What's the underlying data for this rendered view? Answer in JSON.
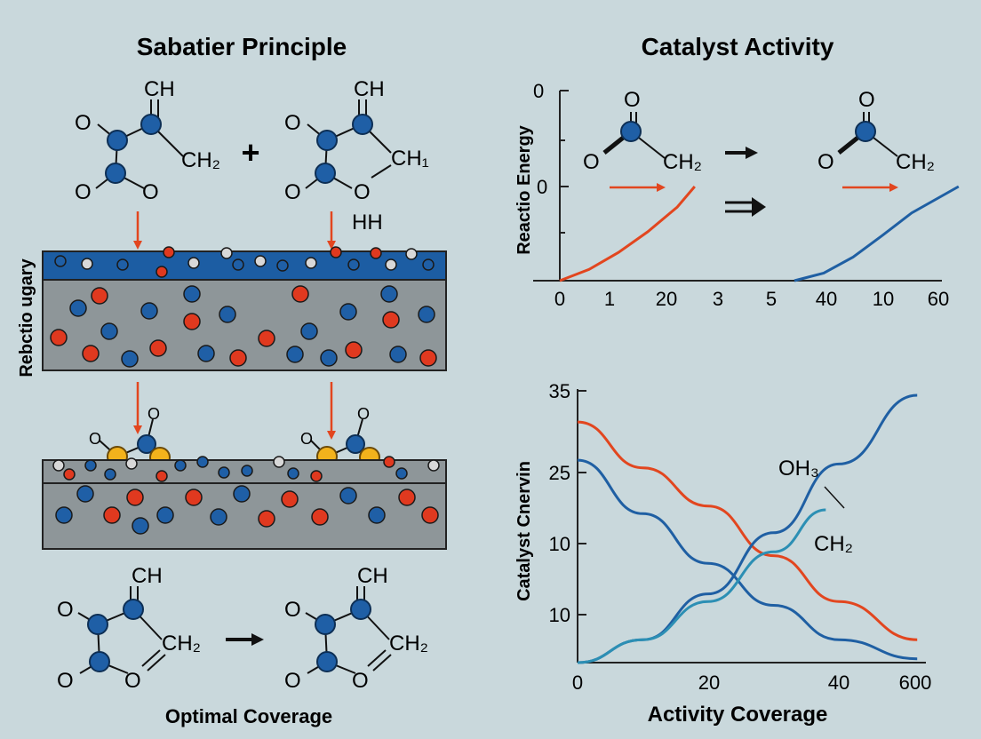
{
  "left_panel": {
    "title": "Sabatier Principle",
    "side_label": "Rebctio ugary",
    "bottom_label": "Optimal Coverage",
    "molecule_top_left": {
      "top": "CH",
      "o1": "O",
      "o2": "O",
      "o3": "O",
      "group": "CH₂"
    },
    "plus": "+",
    "molecule_top_right": {
      "top": "CH",
      "o1": "O",
      "o2": "O",
      "o3": "O",
      "group": "CH₁"
    },
    "hh_label": "HH",
    "molecule_bottom_left": {
      "top": "CH",
      "o1": "O",
      "o2": "O",
      "o3": "O",
      "group": "CH₂"
    },
    "molecule_bottom_right": {
      "top": "CH",
      "o1": "O",
      "o2": "O",
      "o3": "O",
      "group": "CH₂"
    },
    "adsorbate_o": "O"
  },
  "right_panel": {
    "title": "Catalyst Activity",
    "top_chart": {
      "ylabel": "Reactio Energy",
      "y_ticks": [
        "0",
        "0"
      ],
      "x_ticks": [
        "0",
        "1",
        "20",
        "3",
        "5",
        "40",
        "10",
        "60"
      ],
      "molecule_left": {
        "o_top": "O",
        "o_left": "O",
        "group": "CH₂"
      },
      "molecule_right": {
        "o_top": "O",
        "o_left": "O",
        "group": "CH₂"
      }
    },
    "bottom_chart": {
      "ylabel": "Catalyst Cnervin",
      "xlabel": "Activity Coverage",
      "y_ticks": [
        "35",
        "25",
        "10",
        "10"
      ],
      "x_ticks": [
        "0",
        "20",
        "40",
        "600"
      ],
      "annotations": [
        "OH₃",
        "CH₂"
      ]
    }
  },
  "colors": {
    "background": "#c9d8dc",
    "blue_atom": "#1f5fa6",
    "red_atom": "#e0391f",
    "gold_atom": "#f2b21c",
    "orange_line": "#e2461f",
    "blue_line": "#1f5fa3",
    "teal_line": "#2c8fb4",
    "surface_blue": "#1c5da3",
    "bulk_gray": "#8e9699"
  },
  "chart_data": [
    {
      "type": "line",
      "title": "",
      "ylabel": "Reactio Energy",
      "xlabel": "",
      "x_ticks": [
        "0",
        "1",
        "20",
        "3",
        "5",
        "40",
        "10",
        "60"
      ],
      "series": [
        {
          "x": [
            0,
            0.5,
            1,
            1.5,
            2,
            2.3
          ],
          "y": [
            0,
            0.12,
            0.3,
            0.52,
            0.78,
            1.0
          ]
        },
        {
          "x": [
            4,
            4.5,
            5,
            5.5,
            6,
            6.8
          ],
          "y": [
            0,
            0.08,
            0.25,
            0.48,
            0.72,
            1.0
          ]
        }
      ]
    },
    {
      "type": "line",
      "title": "",
      "ylabel": "Catalyst Cnervin",
      "xlabel": "Activity Coverage",
      "x_ticks": [
        "0",
        "20",
        "40",
        "600"
      ],
      "y_ticks": [
        "35",
        "25",
        "10",
        "10"
      ],
      "series": [
        {
          "x": [
            0,
            10,
            20,
            30,
            40,
            52
          ],
          "y": [
            31.5,
            25.5,
            20.5,
            14,
            8,
            3
          ]
        },
        {
          "x": [
            0,
            10,
            20,
            30,
            40,
            52
          ],
          "y": [
            26.5,
            19.5,
            13,
            7.5,
            3,
            0.5
          ]
        },
        {
          "name": "OH₃",
          "x": [
            0,
            10,
            20,
            30,
            40,
            52
          ],
          "y": [
            0,
            3,
            9,
            17,
            26,
            35
          ]
        },
        {
          "name": "CH₂",
          "x": [
            0,
            10,
            20,
            30,
            38
          ],
          "y": [
            0,
            3,
            8,
            14.5,
            20
          ]
        }
      ]
    }
  ]
}
